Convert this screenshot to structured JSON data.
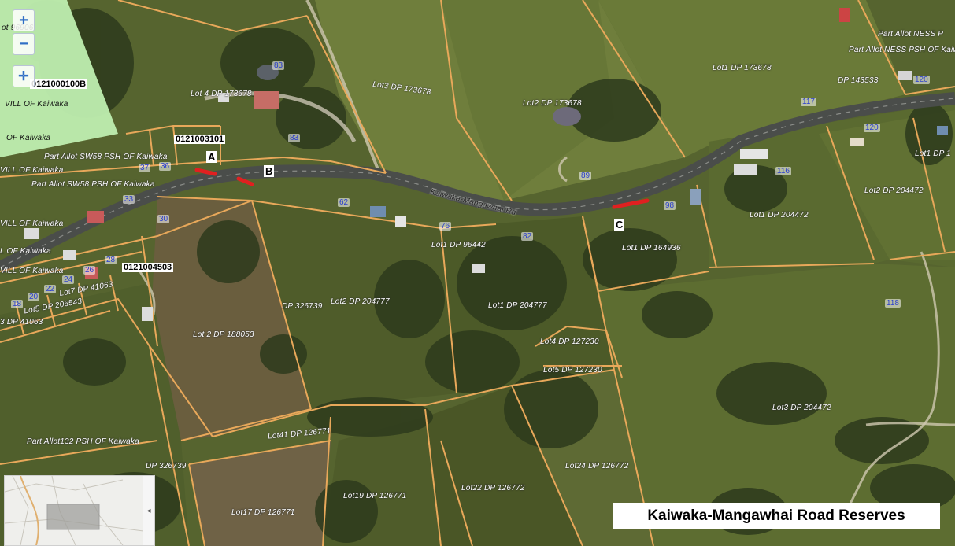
{
  "map_title": "Kaiwaka-Mangawhai Road Reserves",
  "road_name": "Kaiwaka-Mangawhai Rd",
  "markers": {
    "a": "A",
    "b": "B",
    "c": "C"
  },
  "codes": {
    "c1": "0121003101",
    "c2": "0121004503",
    "c3": "0121000100B"
  },
  "controls": {
    "zoom_in": "+",
    "zoom_out": "−",
    "pan": "✛",
    "overview_toggle": "◂"
  },
  "colors": {
    "parcel_boundary": "#e8a85a",
    "reserve_highlight": "#e02020",
    "vill_parcel": "#bfeeb0",
    "map_label": "#ffffff",
    "address_number": "#2b3fcf"
  },
  "parcels": {
    "lot96906": "ot  96906",
    "vill_kaiwaka_1": "VILL OF Kaiwaka",
    "of_kaiwaka": "OF Kaiwaka",
    "lot4_dp173678": "Lot 4 DP 173678",
    "lot3_dp173678": "Lot3 DP 173678",
    "lot2_dp173678": "Lot2 DP 173678",
    "lot1_dp173678": "Lot1 DP 173678",
    "part_allot_ness_1": "Part Allot NESS P",
    "part_allot_ness_2": "Part Allot NESS PSH OF Kaiwa",
    "dp143533": "DP 143533",
    "lot1_dp1": "Lot1 DP 1",
    "part_allot_sw58_1": "Part Allot SW58 PSH OF Kaiwaka",
    "part_allot_sw58_2": "Part Allot SW58 PSH OF Kaiwaka",
    "vill_kaiwaka_2": "VILL OF Kaiwaka",
    "vill_kaiwaka_3": "VILL OF Kaiwaka",
    "of_kaiwaka_2": "L OF Kaiwaka",
    "vill_kaiwaka_4": "VILL OF Kaiwaka",
    "lot7_dp41063": "Lot7 DP 41063",
    "lot5_dp206543": "Lot5 DP 206543",
    "dp41063": "3 DP 41063",
    "lot2_dp204472": "Lot2 DP 204472",
    "lot1_dp204472": "Lot1 DP 204472",
    "lot1_dp96442": "Lot1 DP 96442",
    "lot1_dp164936": "Lot1 DP 164936",
    "dp326739_1": "DP 326739",
    "lot2_dp204777": "Lot2 DP 204777",
    "lot1_dp204777": "Lot1 DP 204777",
    "lot2_dp188053": "Lot 2 DP 188053",
    "lot4_dp127230": "Lot4 DP 127230",
    "lot5_dp127230": "Lot5 DP 127230",
    "lot3_dp204472": "Lot3 DP 204472",
    "lot41_dp126771": "Lot41 DP 126771",
    "part_allot132": "Part Allot132 PSH OF Kaiwaka",
    "dp326739_2": "DP 326739",
    "lot24_dp126772": "Lot24 DP 126772",
    "lot19_dp126771": "Lot19 DP 126771",
    "lot22_dp126772": "Lot22 DP 126772",
    "lot17_dp126771": "Lot17 DP 126771"
  },
  "address_numbers": {
    "n83a": "83",
    "n83b": "83",
    "n37": "37",
    "n36": "36",
    "n33": "33",
    "n30": "30",
    "n28": "28",
    "n26": "26",
    "n24": "24",
    "n22": "22",
    "n20": "20",
    "n18": "18",
    "n62": "62",
    "n76": "76",
    "n82": "82",
    "n89": "89",
    "n98": "98",
    "n116": "116",
    "n117": "117",
    "n120a": "120",
    "n120b": "120",
    "n118": "118"
  }
}
